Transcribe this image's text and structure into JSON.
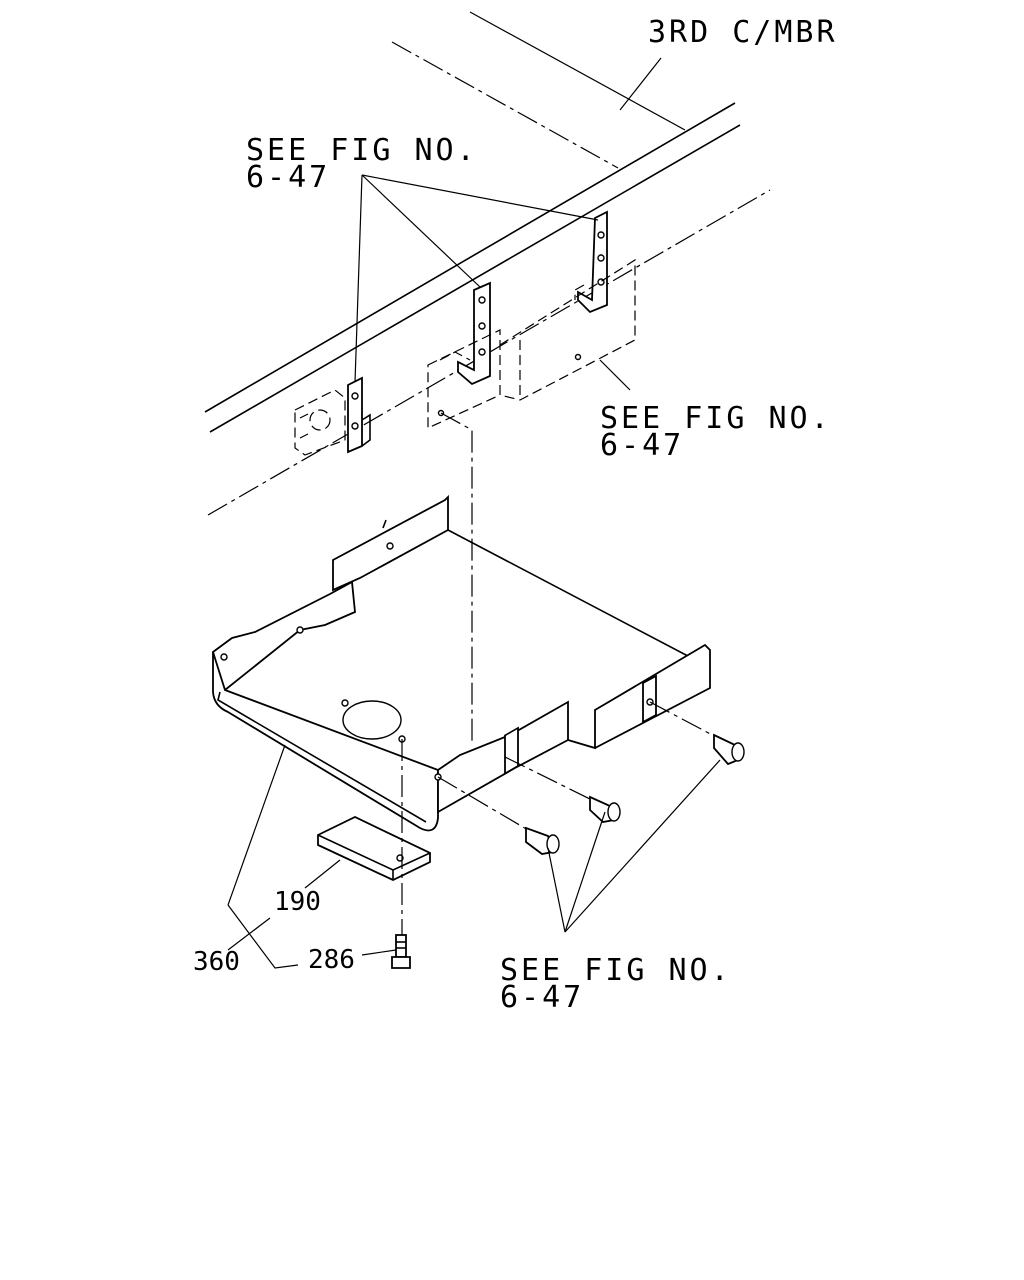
{
  "labels": {
    "member": "3RD C/MBR",
    "ref_upper_left": {
      "line1": "SEE FIG NO.",
      "line2": "6-47"
    },
    "ref_right": {
      "line1": "SEE FIG NO.",
      "line2": "6-47"
    },
    "ref_bottom": {
      "line1": "SEE FIG NO.",
      "line2": "6-47"
    }
  },
  "part_numbers": {
    "plate": "190",
    "tray": "360",
    "bolt": "286"
  }
}
